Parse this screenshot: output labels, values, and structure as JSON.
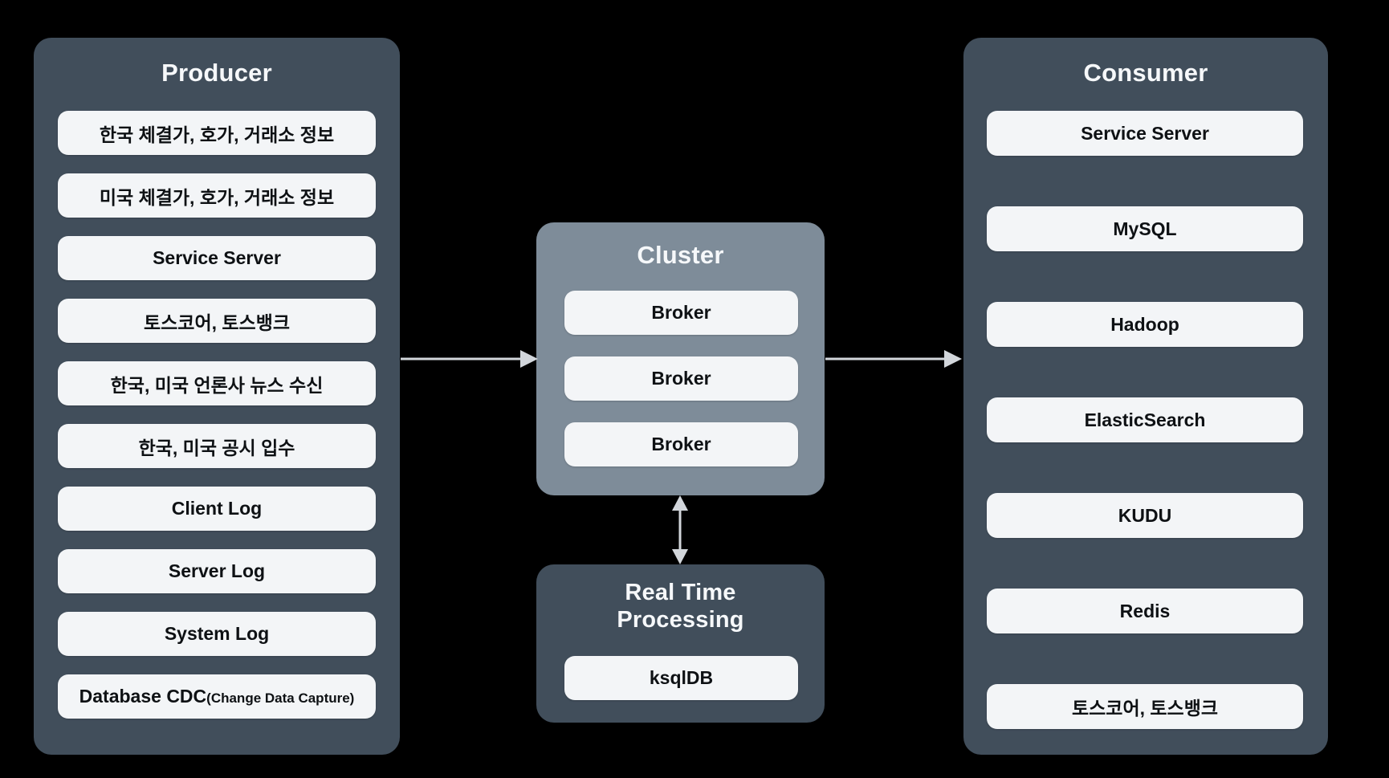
{
  "colors": {
    "background": "#000000",
    "panel_dark": "#414e5b",
    "panel_light": "#7e8c99",
    "item_bg": "#f3f5f7",
    "item_text": "#0e1114",
    "title_text": "#f6f8fa",
    "arrow": "#d2d6db"
  },
  "producer": {
    "title": "Producer",
    "items": [
      {
        "label": "한국 체결가, 호가, 거래소 정보"
      },
      {
        "label": "미국 체결가, 호가, 거래소 정보"
      },
      {
        "label": "Service Server"
      },
      {
        "label": "토스코어, 토스뱅크"
      },
      {
        "label": "한국, 미국 언론사 뉴스 수신"
      },
      {
        "label": "한국, 미국 공시 입수"
      },
      {
        "label": "Client Log"
      },
      {
        "label": "Server Log"
      },
      {
        "label": "System Log"
      },
      {
        "label": "Database CDC",
        "sublabel": "(Change Data Capture)"
      }
    ]
  },
  "cluster": {
    "title": "Cluster",
    "items": [
      {
        "label": "Broker"
      },
      {
        "label": "Broker"
      },
      {
        "label": "Broker"
      }
    ]
  },
  "realtime_processing": {
    "title_line1": "Real Time",
    "title_line2": "Processing",
    "items": [
      {
        "label": "ksqlDB"
      }
    ]
  },
  "consumer": {
    "title": "Consumer",
    "items": [
      {
        "label": "Service Server"
      },
      {
        "label": "MySQL"
      },
      {
        "label": "Hadoop"
      },
      {
        "label": "ElasticSearch"
      },
      {
        "label": "KUDU"
      },
      {
        "label": "Redis"
      },
      {
        "label": "토스코어, 토스뱅크"
      }
    ]
  }
}
